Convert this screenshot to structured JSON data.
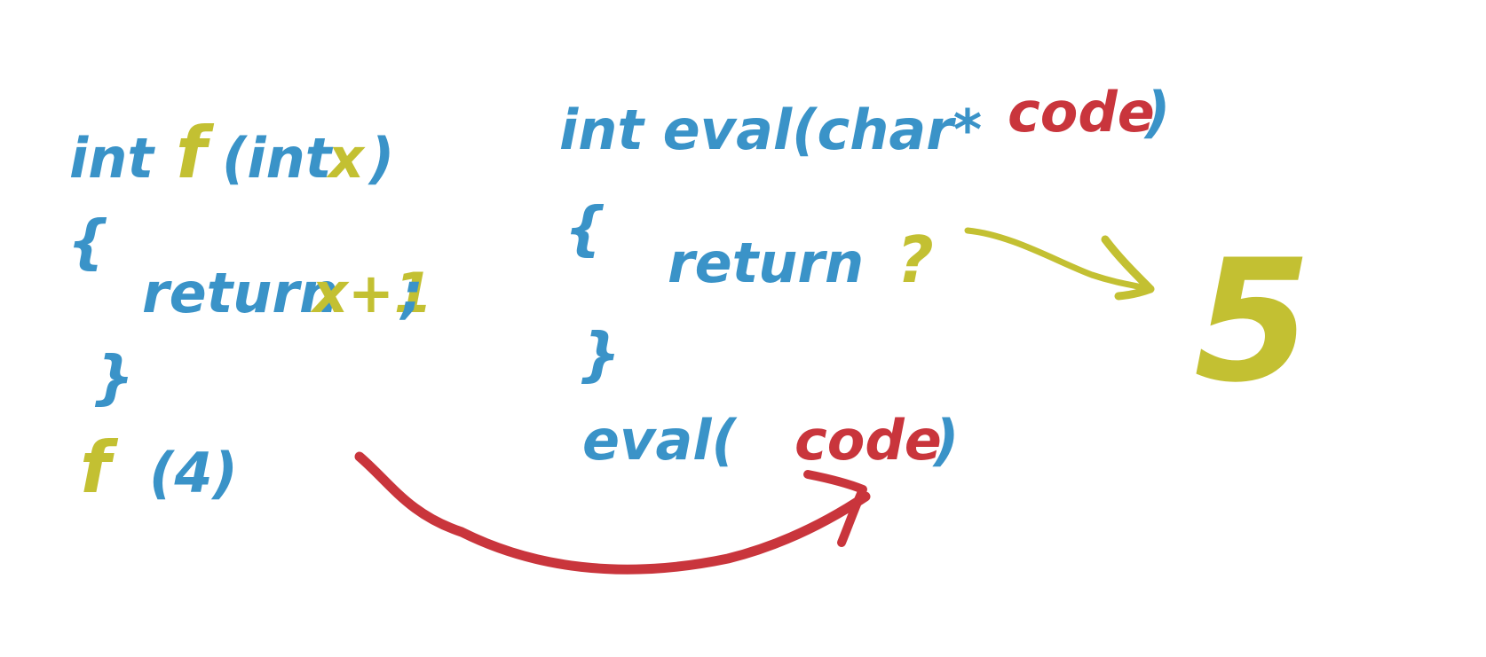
{
  "colors": {
    "blue": "#3a93c8",
    "yellow": "#c3c032",
    "red": "#c9353c",
    "background": "#ffffff"
  },
  "left_code": {
    "decl_type": "int",
    "decl_name": "f",
    "decl_param": "(int",
    "decl_param_x": "x",
    "decl_close": ")",
    "open_brace": "{",
    "return_kw": "return",
    "return_x": "x+1",
    "return_semi": ";",
    "close_brace": "}",
    "call_name": "f",
    "call_args": "(4)"
  },
  "right_code": {
    "decl_prefix": "int eval(char*",
    "decl_param": "code",
    "decl_close": ")",
    "open_brace": "{",
    "return_kw": "return",
    "question": "?",
    "close_brace": "}",
    "call_prefix": "eval(",
    "call_arg": "code",
    "call_close": ")"
  },
  "result": "5"
}
